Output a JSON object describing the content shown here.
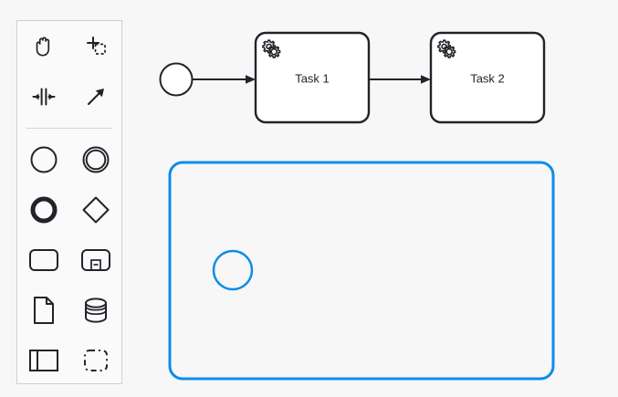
{
  "colors": {
    "canvas_background": "#f7f7f7",
    "stroke": "#22232a",
    "selection_blue": "#0d8de8",
    "palette_background": "#fafafa",
    "palette_border": "#cfcfd4",
    "shape_fill": "#ffffff"
  },
  "palette": {
    "name": "bpmn-palette",
    "groups": [
      {
        "name": "tools",
        "items": [
          {
            "icon": "hand-tool-icon",
            "label": "Activate the hand tool"
          },
          {
            "icon": "lasso-tool-icon",
            "label": "Activate the lasso tool"
          },
          {
            "icon": "space-tool-icon",
            "label": "Activate the create/remove space tool"
          },
          {
            "icon": "global-connect-tool-icon",
            "label": "Activate the global connect tool"
          }
        ]
      },
      {
        "name": "elements",
        "items": [
          {
            "icon": "start-event-icon",
            "label": "Create StartEvent"
          },
          {
            "icon": "intermediate-event-icon",
            "label": "Create Intermediate/Boundary Event"
          },
          {
            "icon": "end-event-icon",
            "label": "Create EndEvent"
          },
          {
            "icon": "gateway-icon",
            "label": "Create Gateway"
          },
          {
            "icon": "task-icon",
            "label": "Create Task"
          },
          {
            "icon": "subprocess-collapsed-icon",
            "label": "Create collapsed Sub Process"
          },
          {
            "icon": "data-object-icon",
            "label": "Create DataObjectReference"
          },
          {
            "icon": "data-store-icon",
            "label": "Create DataStoreReference"
          },
          {
            "icon": "participant-icon",
            "label": "Create Pool/Participant"
          },
          {
            "icon": "group-icon",
            "label": "Create Group"
          }
        ]
      }
    ]
  },
  "diagram": {
    "name": "bpmn-canvas",
    "start_event": {
      "name": "start-event",
      "label": ""
    },
    "tasks": [
      {
        "name": "task-1",
        "label": "Task 1",
        "marker": "service-task-gear-icon"
      },
      {
        "name": "task-2",
        "label": "Task 2",
        "marker": "service-task-gear-icon"
      }
    ],
    "flows": [
      {
        "name": "sequence-flow-start-to-task1"
      },
      {
        "name": "sequence-flow-task1-to-task2"
      }
    ],
    "selection": {
      "name": "selected-subprocess",
      "shape": "rounded-rectangle",
      "child": {
        "name": "selected-start-event",
        "shape": "circle"
      }
    }
  }
}
